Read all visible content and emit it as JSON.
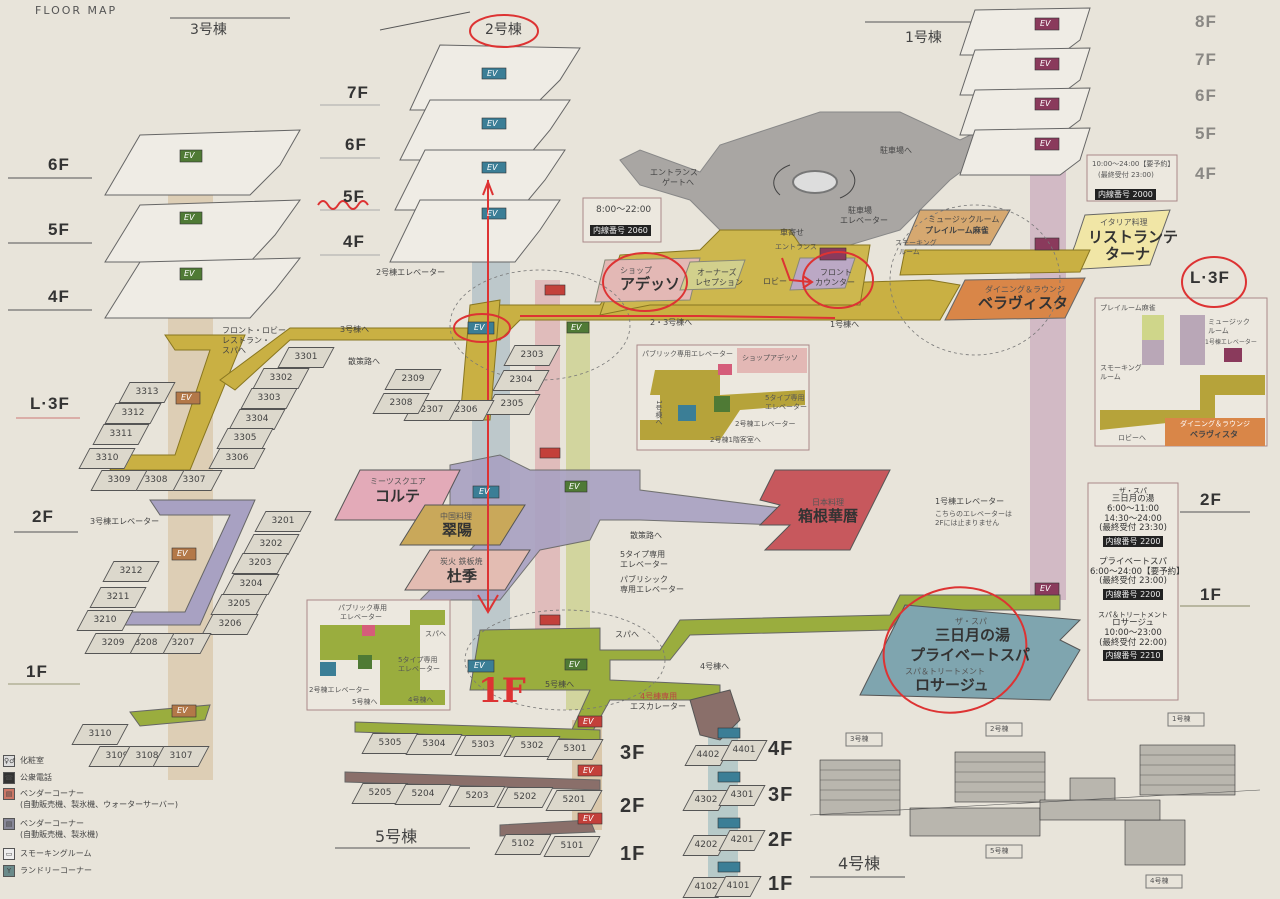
{
  "header": {
    "title": "FLOOR MAP"
  },
  "buildings": {
    "b1": "1号棟",
    "b2": "2号棟",
    "b3": "3号棟",
    "b4": "4号棟",
    "b5": "5号棟"
  },
  "floors": {
    "b1": [
      "8F",
      "7F",
      "6F",
      "5F",
      "4F"
    ],
    "b2": [
      "7F",
      "6F",
      "5F",
      "4F"
    ],
    "b3": [
      "6F",
      "5F",
      "4F",
      "L·3F",
      "2F",
      "1F"
    ],
    "main": [
      "L·3F",
      "2F",
      "1F"
    ],
    "b5": [
      "3F",
      "2F",
      "1F"
    ],
    "b4": [
      "4F",
      "3F",
      "2F",
      "1F"
    ]
  },
  "ev_label": "EV",
  "rooms": {
    "b3_l3": [
      "3301",
      "3302",
      "3303",
      "3304",
      "3305",
      "3306",
      "3307",
      "3308",
      "3309",
      "3310",
      "3311",
      "3312",
      "3313"
    ],
    "b3_2": [
      "3201",
      "3202",
      "3203",
      "3204",
      "3205",
      "3206",
      "3207",
      "3208",
      "3209",
      "3210",
      "3211",
      "3212"
    ],
    "b3_1": [
      "3110",
      "3109",
      "3108",
      "3107"
    ],
    "b2": [
      "2303",
      "2304",
      "2305",
      "2306",
      "2307",
      "2308",
      "2309"
    ],
    "b5_3": [
      "5305",
      "5304",
      "5303",
      "5302",
      "5301"
    ],
    "b5_2": [
      "5205",
      "5204",
      "5203",
      "5202",
      "5201"
    ],
    "b5_1": [
      "5102",
      "5101"
    ],
    "b4": [
      "4402",
      "4401",
      "4302",
      "4301",
      "4202",
      "4201",
      "4102",
      "4101"
    ]
  },
  "labels": {
    "b3_elevator": "3号棟エレベーター",
    "b2_elevator": "2号棟エレベーター",
    "b1_elevator": "1号棟エレベーター",
    "b1_elevator_note_1": "こちらのエレベーターは",
    "b1_elevator_note_2": "2Fには止まりません",
    "front_lobby_dir_1": "フロント・ロビー",
    "front_lobby_dir_2": "レストラン・",
    "front_lobby_dir_3": "スパへ",
    "to_b3": "3号棟へ",
    "to_walk": "散策路へ",
    "to_b23": "2・3号棟へ",
    "to_b1": "1号棟へ",
    "entrance_gate_1": "エントランス",
    "entrance_gate_2": "ゲートへ",
    "to_parking": "駐車場へ",
    "car_drop": "車寄せ",
    "entrance": "エントランス",
    "parking_elevator_1": "駐車場",
    "parking_elevator_2": "エレベーター",
    "lobby": "ロビー",
    "owners_reception_1": "オーナーズ",
    "owners_reception_2": "レセプション",
    "front_counter_1": "フロント",
    "front_counter_2": "カウンター",
    "smoking_room_1": "スモーキング",
    "smoking_room_2": "ルーム",
    "to_spa": "スパへ",
    "to_b5": "5号棟へ",
    "to_b4": "4号棟へ",
    "b4_escalator_1": "4号棟専用",
    "b4_escalator_2": "エスカレーター",
    "s_type_elevator_1": "5タイプ専用",
    "s_type_elevator_2": "エレベーター",
    "public_elevator_1": "パブリシック",
    "public_elevator_2": "専用エレベーター"
  },
  "venues": {
    "adesso": {
      "sub": "ショップ",
      "name": "アデッソ",
      "hours": "8:00〜22:00",
      "ext": "内線番号 2060"
    },
    "music": {
      "line1": "ミュージックルーム",
      "line2": "プレイルーム麻雀"
    },
    "ristorante": {
      "sub": "イタリア料理",
      "name1": "リストランテ",
      "name2": "ターナ",
      "hours": "10:00〜24:00【要予約】",
      "last": "(最終受付 23:00)",
      "ext": "内線番号 2000"
    },
    "bellavista": {
      "sub": "ダイニング＆ラウンジ",
      "name": "ベラヴィスタ"
    },
    "corte": {
      "sub": "ミーツスクエア",
      "name": "コルテ"
    },
    "suiyo": {
      "sub": "中国料理",
      "name": "翠陽"
    },
    "toki": {
      "sub": "炭火 鉄板焼",
      "name": "杜季"
    },
    "hakone": {
      "sub": "日本料理",
      "name": "箱根華暦"
    },
    "spa": {
      "sub1": "ザ・スパ",
      "name1": "三日月の湯",
      "name2": "プライベートスパ",
      "sub3": "スパ＆トリートメント",
      "name3": "ロサージュ"
    }
  },
  "spa_info": [
    {
      "sub": "ザ・スパ",
      "name": "三日月の湯",
      "lines": [
        "6:00〜11:00",
        "14:30〜24:00",
        "(最終受付 23:30)"
      ],
      "ext": "内線番号 2200"
    },
    {
      "sub": "",
      "name": "プライベートスパ",
      "lines": [
        "6:00〜24:00【要予約】",
        "(最終受付 23:00)"
      ],
      "ext": "内線番号 2200"
    },
    {
      "sub": "スパ＆トリートメント",
      "name": "ロサージュ",
      "lines": [
        "10:00〜23:00",
        "(最終受付 22:00)"
      ],
      "ext": "内線番号 2210"
    }
  ],
  "inset_l3": {
    "playroom": "プレイルーム麻雀",
    "music_1": "ミュージック",
    "music_2": "ルーム",
    "b1_elev": "1号棟エレベーター",
    "smoking_1": "スモーキング",
    "smoking_2": "ルーム",
    "bellavista_sub": "ダイニング＆ラウンジ",
    "bellavista": "ベラヴィスタ",
    "to_lobby": "ロビーへ"
  },
  "inset_2f": {
    "public_elev": "パブリック専用エレベーター",
    "shop": "ショップアデッソ",
    "s_type_1": "5タイプ専用",
    "s_type_2": "エレベーター",
    "b2_elev": "2号棟エレベーター",
    "to_b1": "1号棟へ",
    "to_b2_rooms": "2号棟1階客室へ"
  },
  "inset_1f": {
    "public_elev_1": "パブリック専用",
    "public_elev_2": "エレベーター",
    "to_spa": "スパへ",
    "s_type_1": "5タイプ専用",
    "s_type_2": "エレベーター",
    "b2_elev": "2号棟エレベーター",
    "to_b5": "5号棟へ",
    "to_b4": "4号棟へ"
  },
  "legend": [
    {
      "icon": "restroom-icon",
      "glyph": "♀♂",
      "label": "化粧室",
      "note": ""
    },
    {
      "icon": "phone-icon",
      "glyph": "☎",
      "label": "公衆電話",
      "note": ""
    },
    {
      "icon": "vending-red-icon",
      "glyph": "▤",
      "label": "ベンダーコーナー",
      "note": "(自動販売機、製氷機、ウォーターサーバー)"
    },
    {
      "icon": "vending-gray-icon",
      "glyph": "▤",
      "label": "ベンダーコーナー",
      "note": "(自動販売機、製氷機)"
    },
    {
      "icon": "smoking-room-icon",
      "glyph": "▭",
      "label": "スモーキングルーム",
      "note": ""
    },
    {
      "icon": "laundry-icon",
      "glyph": "Y",
      "label": "ランドリーコーナー",
      "note": ""
    }
  ],
  "elevation": {
    "b3": "3号棟",
    "b2": "2号棟",
    "b1": "1号棟",
    "b5": "5号棟",
    "b4": "4号棟"
  },
  "annotations": {
    "handwritten_1f": "1F"
  },
  "colors": {
    "paper": "#e8e4da",
    "gold": "#c9b043",
    "lavender": "#a8a1c2",
    "green": "#9aad3e",
    "pink": "#e3b8b5",
    "red": "#c7585d",
    "spa_blue": "#7fa5af",
    "orange": "#d98648",
    "plaza": "#a9a6a3",
    "ev_blue": "#3b7e96",
    "ev_green": "#4f7a35",
    "ev_red": "#c3403a",
    "ev_brown": "#b37848",
    "ev_purple": "#8a3a5c",
    "annotation_red": "#dd3333"
  }
}
